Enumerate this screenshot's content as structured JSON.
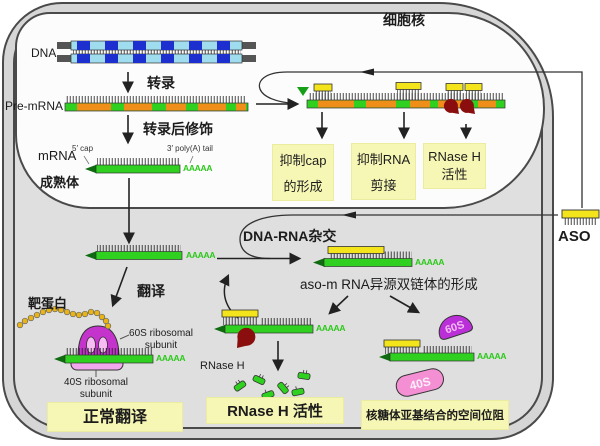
{
  "nucleus": {
    "title": "细胞核"
  },
  "dna_label": "DNA",
  "pre_mrna_label": "Pre-mRNA",
  "steps": {
    "transcription": "转录",
    "post_modification": "转录后修饰",
    "translation": "翻译"
  },
  "mrna": {
    "label_line1": "mRNA",
    "label_line2": "成熟体",
    "cap": "5′ cap",
    "polya": "3′ poly(A) tail",
    "tail": "AAAAA"
  },
  "aso": {
    "label": "ASO"
  },
  "hybridization": {
    "label": "DNA-RNA杂交",
    "result": "aso-m RNA异源双链体的形成"
  },
  "nucleus_boxes": [
    {
      "line1": "抑制cap",
      "line2": "的形成"
    },
    {
      "line1": "抑制RNA",
      "line2": "剪接"
    },
    {
      "line1": "RNase H",
      "line2": "活性"
    }
  ],
  "protein": {
    "label": "靶蛋白"
  },
  "ribosome": {
    "s60_line1": "60S ribosomal",
    "s60_line2": "subunit",
    "s40_line1": "40S ribosomal",
    "s40_line2": "subunit",
    "s60_short": "60S",
    "s40_short": "40S"
  },
  "rnase": {
    "label": "RNase H"
  },
  "outcome_boxes": {
    "normal": "正常翻译",
    "rnase": "RNase H 活性",
    "steric": "核糖体亚基结合的空间位阻"
  },
  "colors": {
    "cytoplasm": "#dfdfdf",
    "membrane_band": "#d6d6d6",
    "outline": "#4a4a4a",
    "mrna_green": "#2fd01f",
    "exon_orange": "#ef8f1a",
    "dna_dark_blue": "#1e2fd0",
    "dna_light_blue": "#9fdcee",
    "aso_yellow": "#f3e41c",
    "rnase_red": "#8b0e0e",
    "ribosome_magenta": "#c433cc",
    "ribosome_pink": "#f2a8ec",
    "box_yellow": "#f7f7b5",
    "protein_bead": "#eab417"
  }
}
